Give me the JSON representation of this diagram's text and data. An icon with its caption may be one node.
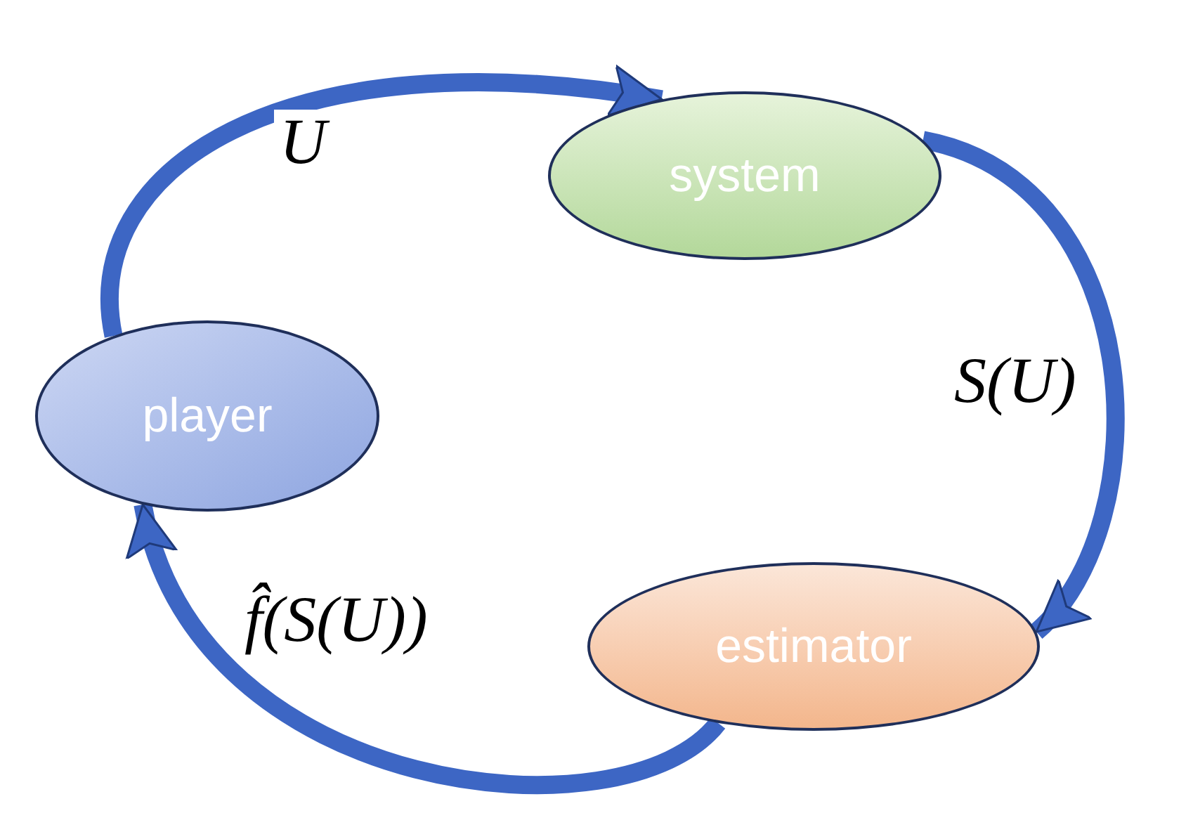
{
  "diagram": {
    "nodes": [
      {
        "text": [
          "system"
        ]
      },
      {
        "text": [
          "player"
        ]
      },
      {
        "text": [
          "estimator"
        ]
      }
    ],
    "edges": [
      {
        "from": 1,
        "to": 0,
        "arrow": "to",
        "label": "U"
      },
      {
        "from": 0,
        "to": 2,
        "arrow": "to",
        "label": "S(U)"
      },
      {
        "from": 2,
        "to": 1,
        "arrow": "to",
        "label": "f̂(S(U))"
      }
    ]
  }
}
